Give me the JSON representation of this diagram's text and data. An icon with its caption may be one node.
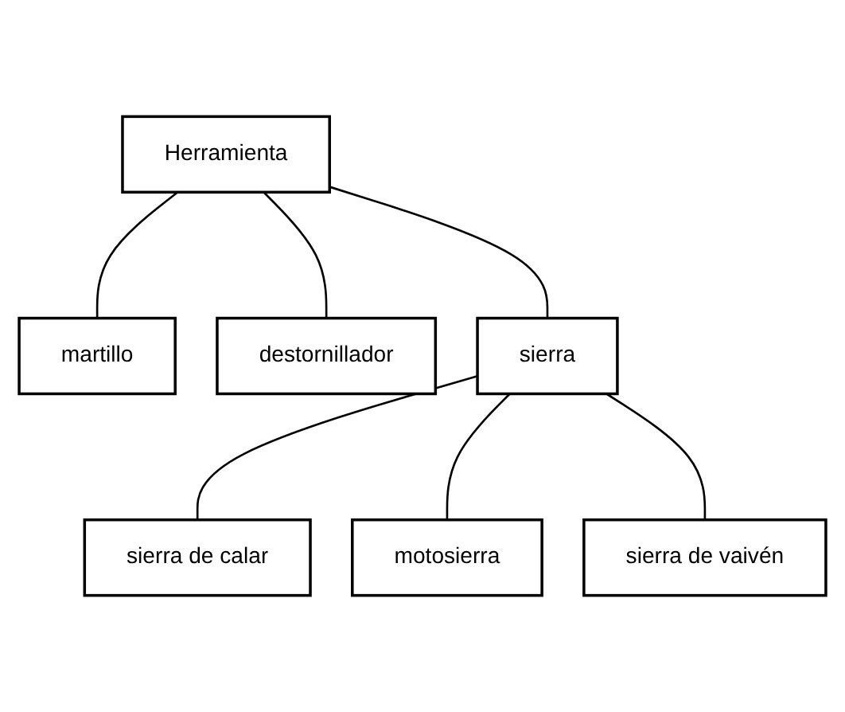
{
  "diagram": {
    "nodes": [
      {
        "text": [
          "Herramienta"
        ]
      },
      {
        "text": [
          "martillo"
        ]
      },
      {
        "text": [
          "destornillador"
        ]
      },
      {
        "text": [
          "sierra"
        ]
      },
      {
        "text": [
          "sierra de calar"
        ]
      },
      {
        "text": [
          "motosierra"
        ]
      },
      {
        "text": [
          "sierra de vaivén"
        ]
      }
    ],
    "edges": [
      {
        "from": 0,
        "to": 1,
        "arrow": "none"
      },
      {
        "from": 0,
        "to": 2,
        "arrow": "none"
      },
      {
        "from": 0,
        "to": 3,
        "arrow": "none"
      },
      {
        "from": 3,
        "to": 4,
        "arrow": "none"
      },
      {
        "from": 3,
        "to": 5,
        "arrow": "none"
      },
      {
        "from": 3,
        "to": 6,
        "arrow": "none"
      }
    ]
  }
}
